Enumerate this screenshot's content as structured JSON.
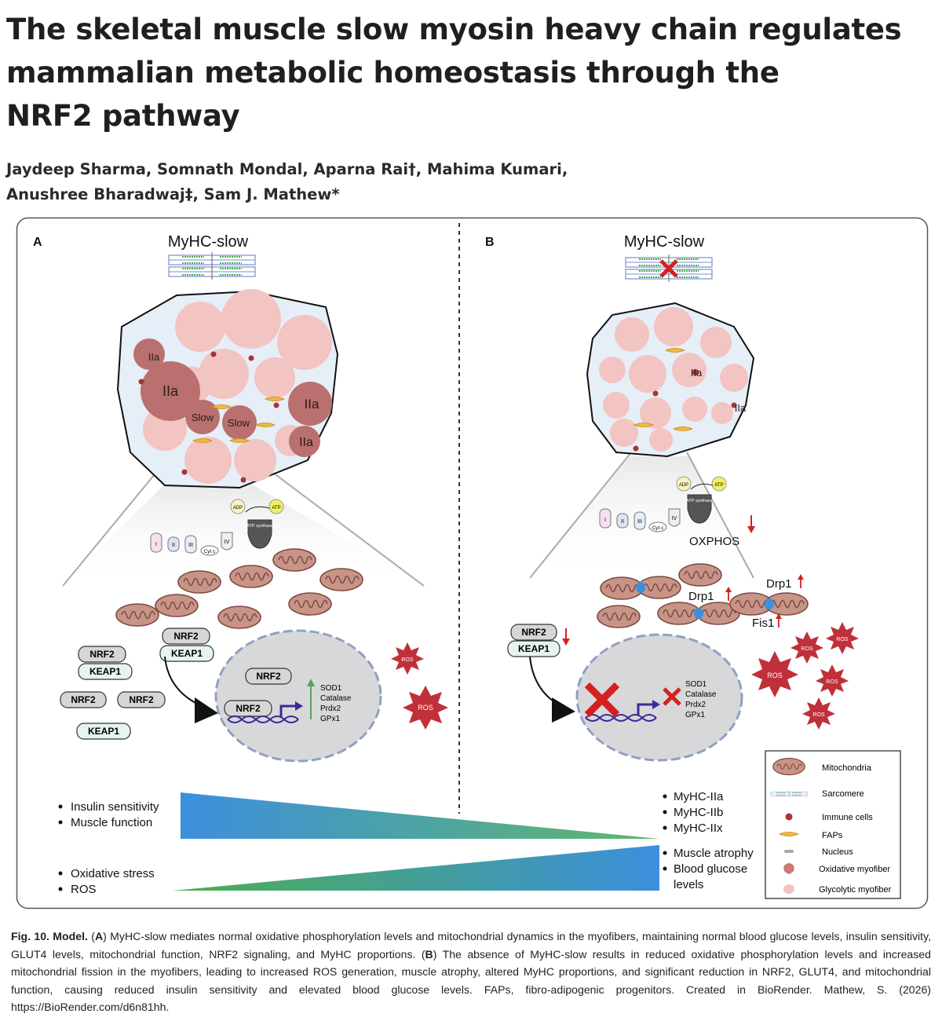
{
  "paper": {
    "title_lines": [
      "The skeletal muscle slow myosin heavy chain regulates",
      "mammalian metabolic homeostasis through the",
      "NRF2 pathway"
    ],
    "author_lines": [
      "Jaydeep Sharma, Somnath Mondal, Aparna Rai†, Mahima Kumari,",
      "Anushree Bharadwaj‡, Sam J. Mathew*"
    ]
  },
  "figure": {
    "panel_a": {
      "label": "A",
      "header": "MyHC-slow",
      "fiber_labels": {
        "iia_small": "IIa",
        "iia_big": "IIa",
        "iia_right": "IIa",
        "iia_low": "IIa",
        "slow_1": "Slow",
        "slow_2": "Slow"
      },
      "etc": {
        "i": "I",
        "ii": "II",
        "iii": "III",
        "cytc": "Cyt c",
        "iv": "IV",
        "adp": "ADP",
        "atp": "ATP",
        "synthase": "ATP synthase"
      },
      "cyto_boxes": {
        "nrf2_a": "NRF2",
        "keap1_a": "KEAP1",
        "nrf2_b": "NRF2",
        "nrf2_c": "NRF2",
        "keap1_b": "KEAP1",
        "nrf2_top": "NRF2",
        "keap1_top": "KEAP1"
      },
      "nucleus": {
        "nrf2_1": "NRF2",
        "nrf2_2": "NRF2",
        "genes": [
          "SOD1",
          "Catalase",
          "Prdx2",
          "GPx1"
        ]
      },
      "ros": [
        "ROS",
        "ROS"
      ],
      "bullets_top": [
        "Insulin sensitivity",
        "Muscle function"
      ],
      "bullets_bottom": [
        "Oxidative stress",
        "ROS"
      ]
    },
    "panel_b": {
      "label": "B",
      "header": "MyHC-slow",
      "fiber_labels": {
        "iia_1": "IIa",
        "iia_2": "IIa"
      },
      "etc": {
        "i": "I",
        "ii": "II",
        "iii": "III",
        "cytc": "Cyt c",
        "iv": "IV",
        "adp": "ADP",
        "atp": "ATP",
        "synthase": "ATP synthase"
      },
      "oxphos": "OXPHOS",
      "drp1_a": "Drp1",
      "drp1_b": "Drp1",
      "fis1": "Fis1",
      "cyto_boxes": {
        "nrf2": "NRF2",
        "keap1": "KEAP1"
      },
      "genes": [
        "SOD1",
        "Catalase",
        "Prdx2",
        "GPx1"
      ],
      "ros": [
        "ROS",
        "ROS",
        "ROS",
        "ROS",
        "ROS"
      ],
      "bullets_top": [
        "MyHC-IIa",
        "MyHC-IIb",
        "MyHC-IIx"
      ],
      "bullets_bottom": [
        "Muscle atrophy",
        "Blood glucose",
        "levels"
      ]
    },
    "legend": [
      "Mitochondria",
      "Sarcomere",
      "Immune cells",
      "FAPs",
      "Nucleus",
      "Oxidative myofiber",
      "Glycolytic myofiber"
    ],
    "colors": {
      "oxidative": "#b9706e",
      "glycolytic": "#f2c4c2",
      "ros": "#c0303a",
      "mito": "#c08a80",
      "green": "#55a35a",
      "blue": "#3c8fdd",
      "dark_blue": "#3a2a96"
    }
  },
  "caption": {
    "lead": "Fig. 10. Model.",
    "a_label": "A",
    "a_text": " MyHC-slow mediates normal oxidative phosphorylation levels and mitochondrial dynamics in the myofibers, maintaining normal blood glucose levels, insulin sensitivity, GLUT4 levels, mitochondrial function, NRF2 signaling, and MyHC proportions. (",
    "b_label": "B",
    "b_text": ") The absence of MyHC-slow results in reduced oxidative phosphorylation levels and increased mitochondrial fission in the myofibers, leading to increased ROS generation, muscle atrophy, altered MyHC proportions, and significant reduction in NRF2, GLUT4, and mitochondrial function, causing reduced insulin sensitivity and elevated blood glucose levels. FAPs, fibro-adipogenic progenitors. Created in BioRender. Mathew, S. (2026) https://BioRender.com/d6n81hh."
  }
}
